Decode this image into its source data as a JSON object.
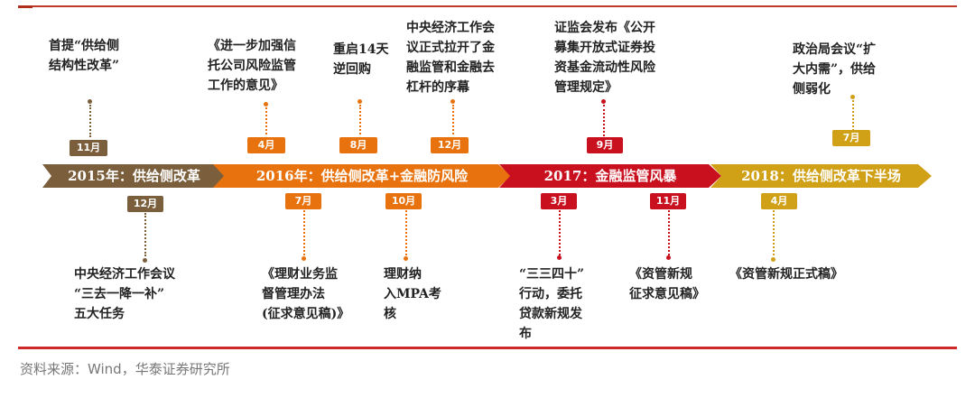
{
  "colors": {
    "brown": "#7b5e3b",
    "orange": "#e8730e",
    "red": "#c8101e",
    "gold": "#d0a017",
    "rule": "#c0392b"
  },
  "bands": [
    {
      "label": "2015年：供给侧改革",
      "color": "#7b5e3b"
    },
    {
      "label": "2016年：供给侧改革+金融防风险",
      "color": "#e8730e"
    },
    {
      "label": "2017：金融监管风暴",
      "color": "#c8101e"
    },
    {
      "label": "2018：供给侧改革下半场",
      "color": "#d0a017"
    }
  ],
  "events_above": [
    {
      "month": "11月",
      "text": "首提“供给侧\n结构性改革”"
    },
    {
      "month": "4月",
      "text": "《进一步加强信\n托公司风险监管\n工作的意见》"
    },
    {
      "month": "8月",
      "text": "重启14天\n逆回购"
    },
    {
      "month": "12月",
      "text": "中央经济工作会\n议正式拉开了金\n融监管和金融去\n杠杆的序幕"
    },
    {
      "month": "9月",
      "text": "证监会发布《公开\n募集开放式证券投\n资基金流动性风险\n管理规定》"
    },
    {
      "month": "7月",
      "text": "政治局会议“扩\n大内需”，供给\n侧弱化"
    }
  ],
  "events_below": [
    {
      "month": "12月",
      "text": "中央经济工作会议\n“三去一降一补”\n五大任务"
    },
    {
      "month": "7月",
      "text": "《理财业务监\n督管理办法\n(征求意见稿)》"
    },
    {
      "month": "10月",
      "text": "理财纳\n入MPA考\n核"
    },
    {
      "month": "3月",
      "text": "“三三四十”\n行动，委托\n贷款新规发\n布"
    },
    {
      "month": "11月",
      "text": "《资管新规\n征求意见稿》"
    },
    {
      "month": "4月",
      "text": "《资管新规正式稿》"
    }
  ],
  "source": "资料来源：Wind，华泰证券研究所"
}
